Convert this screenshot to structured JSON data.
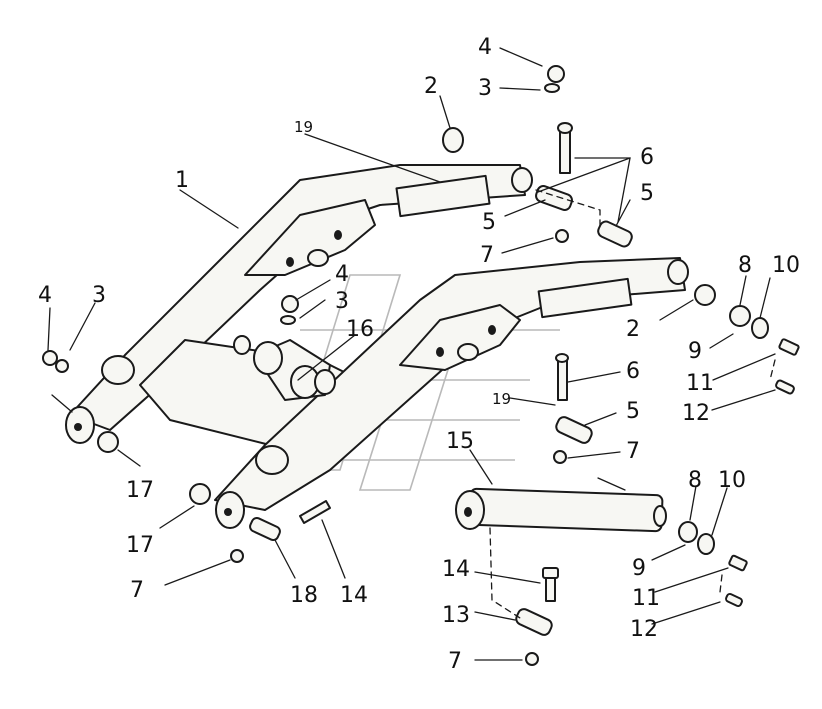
{
  "diagram": {
    "callouts": [
      "1",
      "2",
      "3",
      "4",
      "5",
      "6",
      "7",
      "8",
      "9",
      "10",
      "11",
      "12",
      "13",
      "14",
      "15",
      "16",
      "17",
      "18",
      "19"
    ],
    "labels": {
      "l1": "1",
      "l2a": "2",
      "l2b": "2",
      "l3a": "3",
      "l3b": "3",
      "l3c": "3",
      "l4a": "4",
      "l4b": "4",
      "l4c": "4",
      "l5a": "5",
      "l5b": "5",
      "l5c": "5",
      "l6a": "6",
      "l6b": "6",
      "l7a": "7",
      "l7b": "7",
      "l7c": "7",
      "l7d": "7",
      "l8a": "8",
      "l8b": "8",
      "l9a": "9",
      "l9b": "9",
      "l10a": "10",
      "l10b": "10",
      "l11a": "11",
      "l11b": "11",
      "l12a": "12",
      "l12b": "12",
      "l13": "13",
      "l14a": "14",
      "l14b": "14",
      "l15": "15",
      "l16": "16",
      "l17a": "17",
      "l17b": "17",
      "l18": "18",
      "l19a": "19",
      "l19b": "19"
    }
  }
}
